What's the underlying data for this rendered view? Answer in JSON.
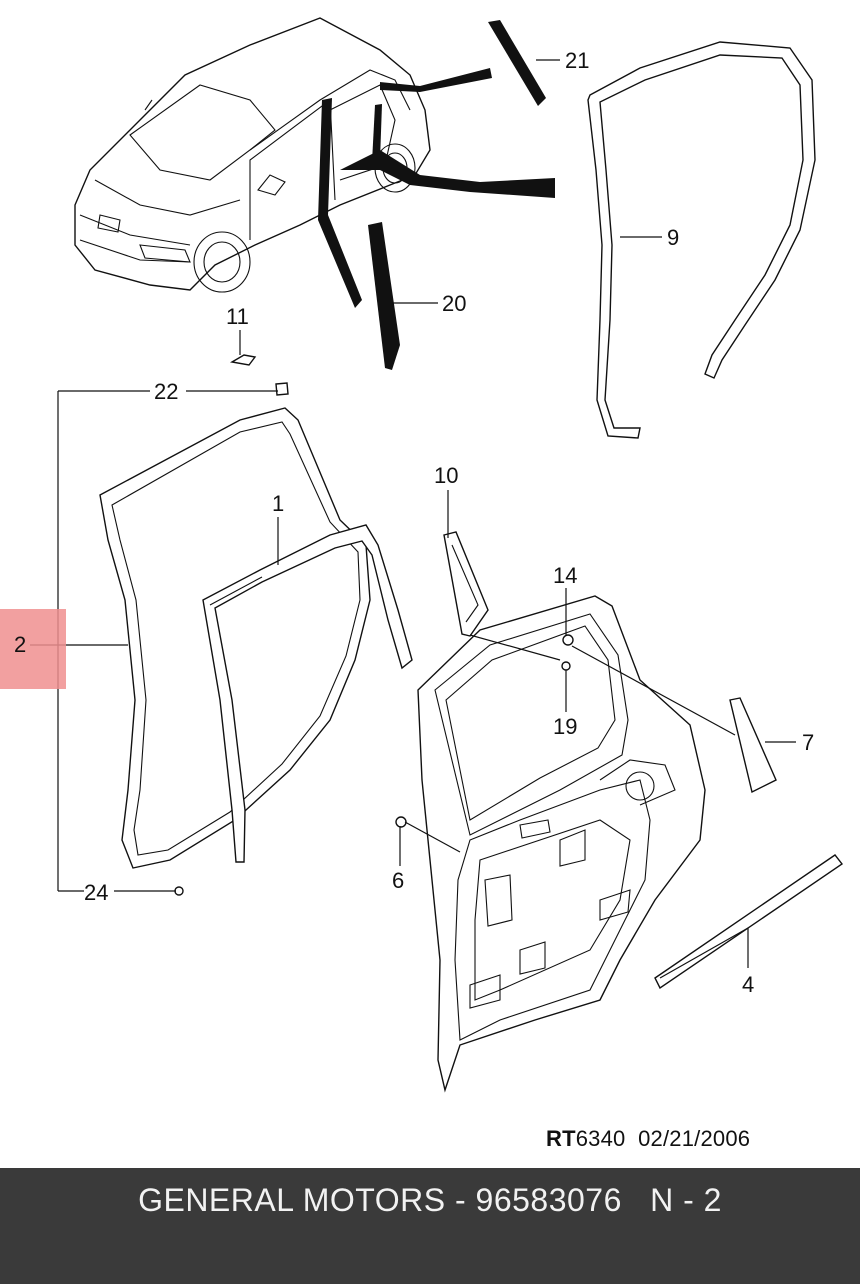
{
  "diagram": {
    "callouts": {
      "c1": "1",
      "c2": "2",
      "c4": "4",
      "c6": "6",
      "c7": "7",
      "c9": "9",
      "c10": "10",
      "c11": "11",
      "c14": "14",
      "c19": "19",
      "c20": "20",
      "c21": "21",
      "c22": "22",
      "c24": "24"
    },
    "reference_code": "RT6340",
    "reference_code_bold": "RT",
    "reference_code_rest": "6340",
    "reference_date": "02/21/2006"
  },
  "highlight": {
    "label": "2",
    "color": "#f08f8f"
  },
  "footer": {
    "brand": "GENERAL MOTORS",
    "separator": " - ",
    "part_number": "96583076",
    "gap": "   ",
    "variant": "N - 2",
    "background": "#3a3a3a"
  }
}
